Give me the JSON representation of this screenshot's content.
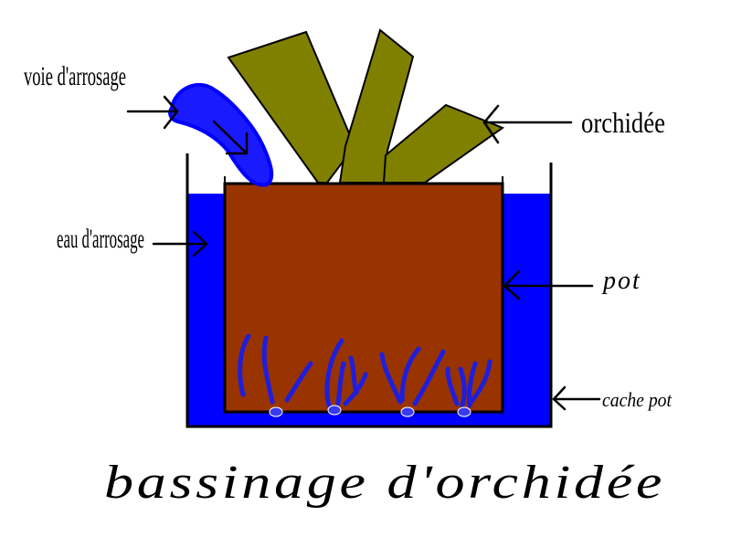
{
  "labels": {
    "watering_path": "voie d'arrosage",
    "watering_water": "eau d'arrosage",
    "orchid": "orchidée",
    "pot": "pot",
    "outer_pot": "cache pot"
  },
  "title": "bassinage d'orchidée",
  "colors": {
    "water": "#0000ff",
    "pot": "#993300",
    "leaves": "#808000",
    "roots": "#1e1edc",
    "outline": "#000000",
    "background": "#ffffff"
  }
}
